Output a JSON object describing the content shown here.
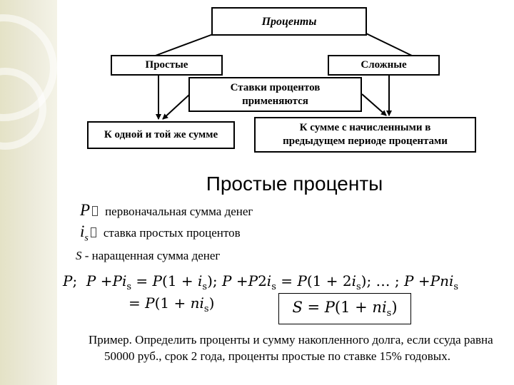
{
  "diagram": {
    "root": "Проценты",
    "simple": "Простые",
    "compound": "Сложные",
    "applied_line1": "Ставки процентов",
    "applied_line2": "применяются",
    "same_sum": "К одной и той же сумме",
    "accrued_line1": "К сумме с начисленными в",
    "accrued_line2": "предыдущем периоде процентами"
  },
  "section_title": "Простые проценты",
  "definitions": {
    "p_symbol": "P",
    "p_text": "первоначальная сумма денег",
    "i_symbol": "i",
    "i_subscript": "s",
    "i_text": "ставка простых процентов",
    "s_symbol": "S",
    "s_text": " - наращенная сумма денег"
  },
  "formula_line1": "P;  P +Pi_s = P(1 + i_s); P +P2i_s = P(1 + 2i_s); …; P +Pni_s",
  "formula_line2": "= P(1 + ni_s)",
  "result_formula": "S = P(1 + ni_s)",
  "example": "Пример. Определить проценты и сумму накопленного долга, если ссуда равна 50000 руб., срок 2 года, проценты простые по ставке 15% годовых."
}
